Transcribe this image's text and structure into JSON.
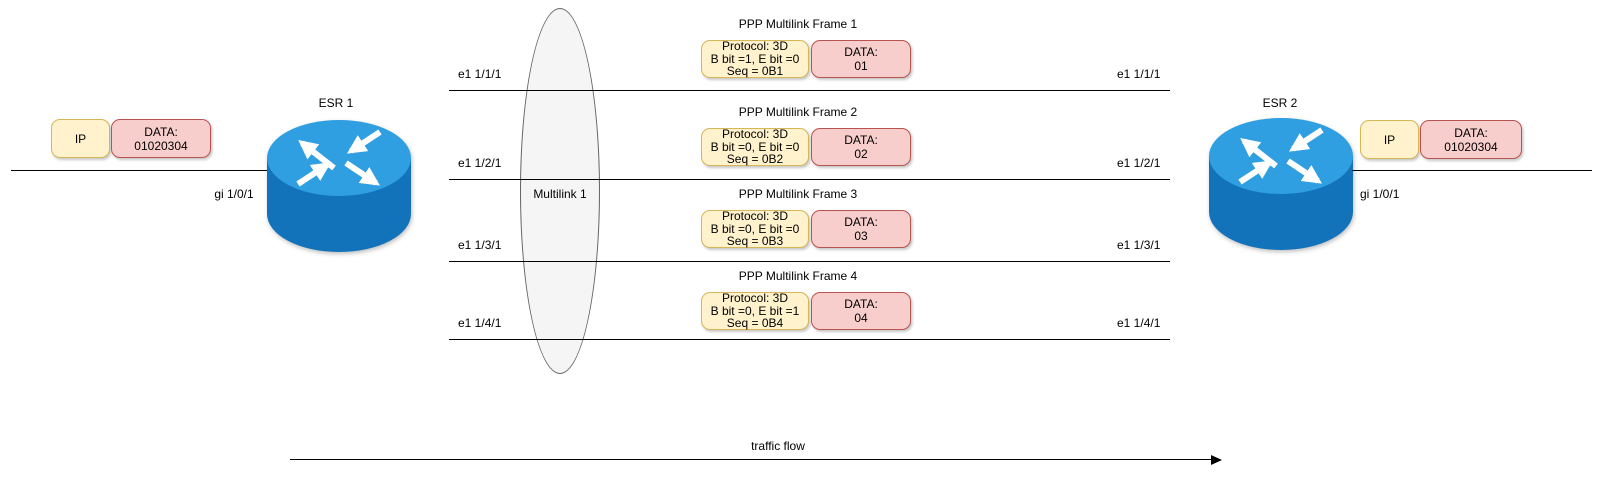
{
  "colors": {
    "box_yellow_fill": "#FFF2CC",
    "box_yellow_border": "#D6B656",
    "box_pink_fill": "#F8CECC",
    "box_pink_border": "#B85450",
    "ellipse_fill": "#F5F5F5",
    "ellipse_border": "#666666",
    "router_top": "#2F9FE1",
    "router_body": "#1273BB",
    "line_color": "#000000"
  },
  "left_packet": {
    "protocol": "IP",
    "data_label": "DATA:",
    "data_value": "01020304"
  },
  "right_packet": {
    "protocol": "IP",
    "data_label": "DATA:",
    "data_value": "01020304"
  },
  "routers": {
    "left": {
      "name": "ESR 1",
      "interface": "gi 1/0/1"
    },
    "right": {
      "name": "ESR 2",
      "interface": "gi 1/0/1"
    }
  },
  "bundle": {
    "label": "Multilink 1"
  },
  "links": [
    {
      "left_label": "e1 1/1/1",
      "right_label": "e1 1/1/1"
    },
    {
      "left_label": "e1 1/2/1",
      "right_label": "e1 1/2/1"
    },
    {
      "left_label": "e1 1/3/1",
      "right_label": "e1 1/3/1"
    },
    {
      "left_label": "e1 1/4/1",
      "right_label": "e1 1/4/1"
    }
  ],
  "frames": [
    {
      "title": "PPP Multilink Frame 1",
      "protocol": "Protocol: 3D",
      "bits": "B bit =1, E bit =0",
      "seq": "Seq = 0B1",
      "data_label": "DATA:",
      "data_value": "01"
    },
    {
      "title": "PPP Multilink Frame 2",
      "protocol": "Protocol: 3D",
      "bits": "B bit =0, E bit =0",
      "seq": "Seq = 0B2",
      "data_label": "DATA:",
      "data_value": "02"
    },
    {
      "title": "PPP Multilink Frame 3",
      "protocol": "Protocol: 3D",
      "bits": "B bit =0, E bit =0",
      "seq": "Seq = 0B3",
      "data_label": "DATA:",
      "data_value": "03"
    },
    {
      "title": "PPP Multilink Frame 4",
      "protocol": "Protocol: 3D",
      "bits": "B bit =0, E bit =1",
      "seq": "Seq = 0B4",
      "data_label": "DATA:",
      "data_value": "04"
    }
  ],
  "traffic_flow": {
    "label": "traffic flow"
  }
}
